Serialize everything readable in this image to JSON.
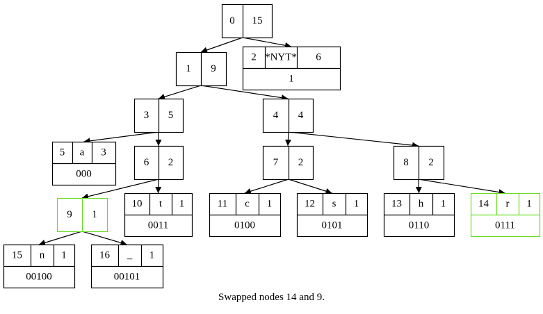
{
  "caption": "Swapped nodes 14 and 9.",
  "colors": {
    "normal": "#000000",
    "highlight": "#66dd22",
    "background": "#ffffff"
  },
  "nodes": [
    {
      "id": "n0",
      "kind": "internal",
      "num": "0",
      "weight": "15"
    },
    {
      "id": "n1",
      "kind": "internal",
      "num": "1",
      "weight": "9"
    },
    {
      "id": "n2",
      "kind": "leaf",
      "num": "2",
      "symbol": "*NYT*",
      "weight": "6",
      "code": "1"
    },
    {
      "id": "n3",
      "kind": "internal",
      "num": "3",
      "weight": "5"
    },
    {
      "id": "n4",
      "kind": "internal",
      "num": "4",
      "weight": "4"
    },
    {
      "id": "n5",
      "kind": "leaf",
      "num": "5",
      "symbol": "a",
      "weight": "3",
      "code": "000"
    },
    {
      "id": "n6",
      "kind": "internal",
      "num": "6",
      "weight": "2"
    },
    {
      "id": "n7",
      "kind": "internal",
      "num": "7",
      "weight": "2"
    },
    {
      "id": "n8",
      "kind": "internal",
      "num": "8",
      "weight": "2"
    },
    {
      "id": "n9",
      "kind": "internal",
      "num": "9",
      "weight": "1",
      "highlight": true
    },
    {
      "id": "n10",
      "kind": "leaf",
      "num": "10",
      "symbol": "t",
      "weight": "1",
      "code": "0011"
    },
    {
      "id": "n11",
      "kind": "leaf",
      "num": "11",
      "symbol": "c",
      "weight": "1",
      "code": "0100"
    },
    {
      "id": "n12",
      "kind": "leaf",
      "num": "12",
      "symbol": "s",
      "weight": "1",
      "code": "0101"
    },
    {
      "id": "n13",
      "kind": "leaf",
      "num": "13",
      "symbol": "h",
      "weight": "1",
      "code": "0110"
    },
    {
      "id": "n14",
      "kind": "leaf",
      "num": "14",
      "symbol": "r",
      "weight": "1",
      "code": "0111",
      "highlight": true
    },
    {
      "id": "n15",
      "kind": "leaf",
      "num": "15",
      "symbol": "n",
      "weight": "1",
      "code": "00100"
    },
    {
      "id": "n16",
      "kind": "leaf",
      "num": "16",
      "symbol": "_",
      "weight": "1",
      "code": "00101"
    }
  ],
  "edges": [
    [
      "n0",
      "n1"
    ],
    [
      "n0",
      "n2"
    ],
    [
      "n1",
      "n3"
    ],
    [
      "n1",
      "n4"
    ],
    [
      "n3",
      "n5"
    ],
    [
      "n3",
      "n6"
    ],
    [
      "n4",
      "n7"
    ],
    [
      "n4",
      "n8"
    ],
    [
      "n6",
      "n9"
    ],
    [
      "n6",
      "n10"
    ],
    [
      "n7",
      "n11"
    ],
    [
      "n7",
      "n12"
    ],
    [
      "n8",
      "n13"
    ],
    [
      "n8",
      "n14"
    ],
    [
      "n9",
      "n15"
    ],
    [
      "n9",
      "n16"
    ]
  ]
}
